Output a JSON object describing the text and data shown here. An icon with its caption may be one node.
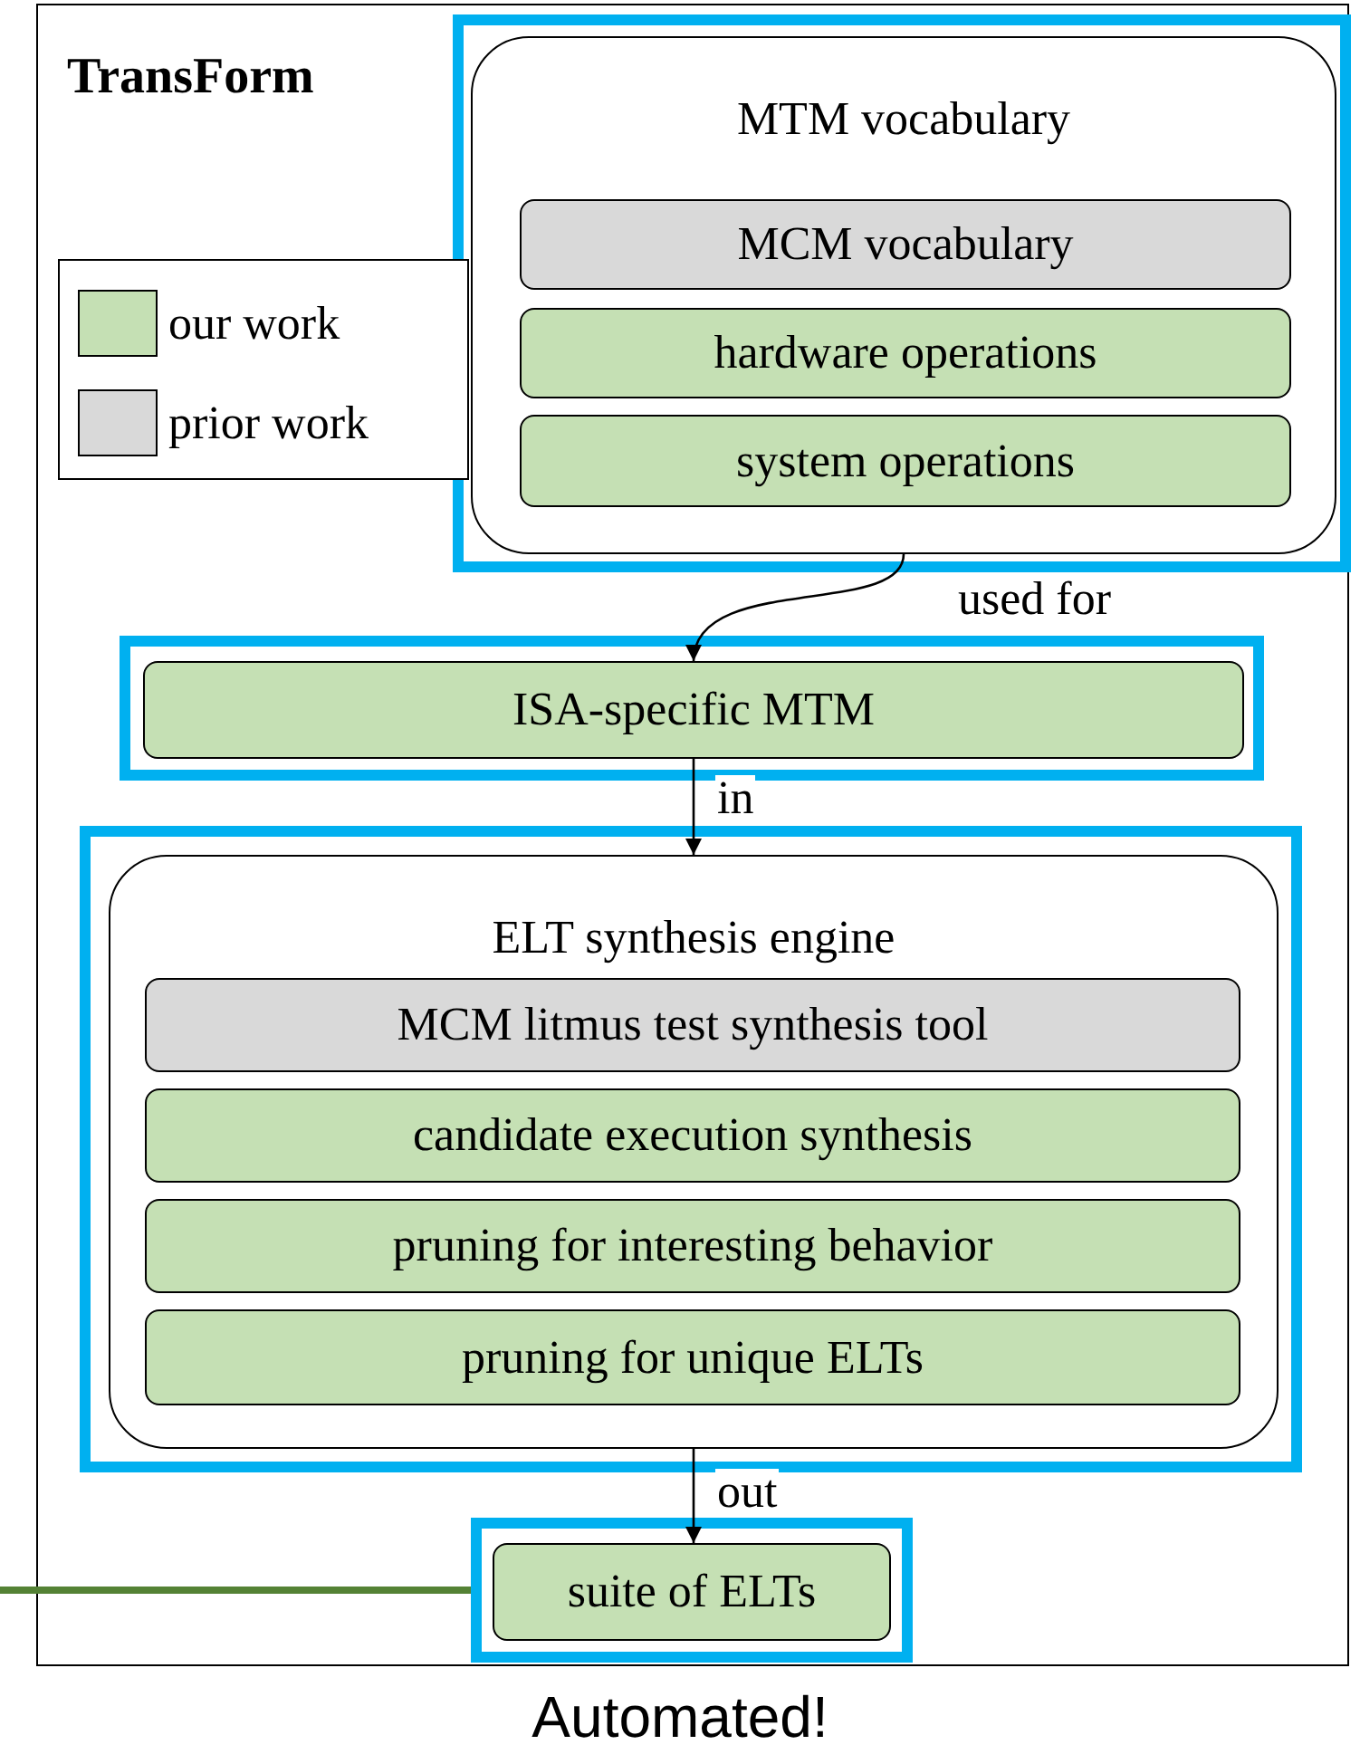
{
  "diagram": {
    "nodes": [
      {
        "text": [
          "TransForm"
        ]
      },
      {
        "text": [],
        "shape": "box",
        "in": 0
      },
      {
        "text": [
          "MTM vocabulary"
        ],
        "in": 1
      },
      {
        "text": [
          "MCM vocabulary"
        ],
        "in": 2
      },
      {
        "text": [
          "hardware operations"
        ],
        "in": 2
      },
      {
        "text": [
          "system operations"
        ],
        "in": 2
      },
      {
        "text": [],
        "shape": "box",
        "in": 0
      },
      {
        "text": [
          "ISA-specific MTM"
        ],
        "in": 6
      },
      {
        "text": [],
        "shape": "box",
        "in": 0
      },
      {
        "text": [
          "ELT synthesis engine"
        ],
        "in": 8
      },
      {
        "text": [
          "MCM litmus test synthesis tool"
        ],
        "in": 9
      },
      {
        "text": [
          "candidate execution synthesis"
        ],
        "in": 9
      },
      {
        "text": [
          "pruning for interesting behavior"
        ],
        "in": 9
      },
      {
        "text": [
          "pruning for unique ELTs"
        ],
        "in": 9
      },
      {
        "text": [],
        "shape": "box",
        "in": 0
      },
      {
        "text": [
          "suite of ELTs"
        ],
        "in": 14
      }
    ],
    "edges": [
      {
        "from": 2,
        "to": 7,
        "arrow": "to",
        "label": "used for"
      },
      {
        "from": 7,
        "to": 9,
        "arrow": "to",
        "label": "in"
      },
      {
        "from": 9,
        "to": 15,
        "arrow": "to",
        "label": "out"
      },
      {
        "from": null,
        "to": 14,
        "arrow": "none",
        "style": "thick",
        "color": "#548235"
      }
    ],
    "labels": [
      "Automated!"
    ],
    "legend": [
      {
        "text": "our work",
        "color": "#c5e0b4"
      },
      {
        "text": "prior work",
        "color": "#d9d9d9"
      }
    ]
  }
}
